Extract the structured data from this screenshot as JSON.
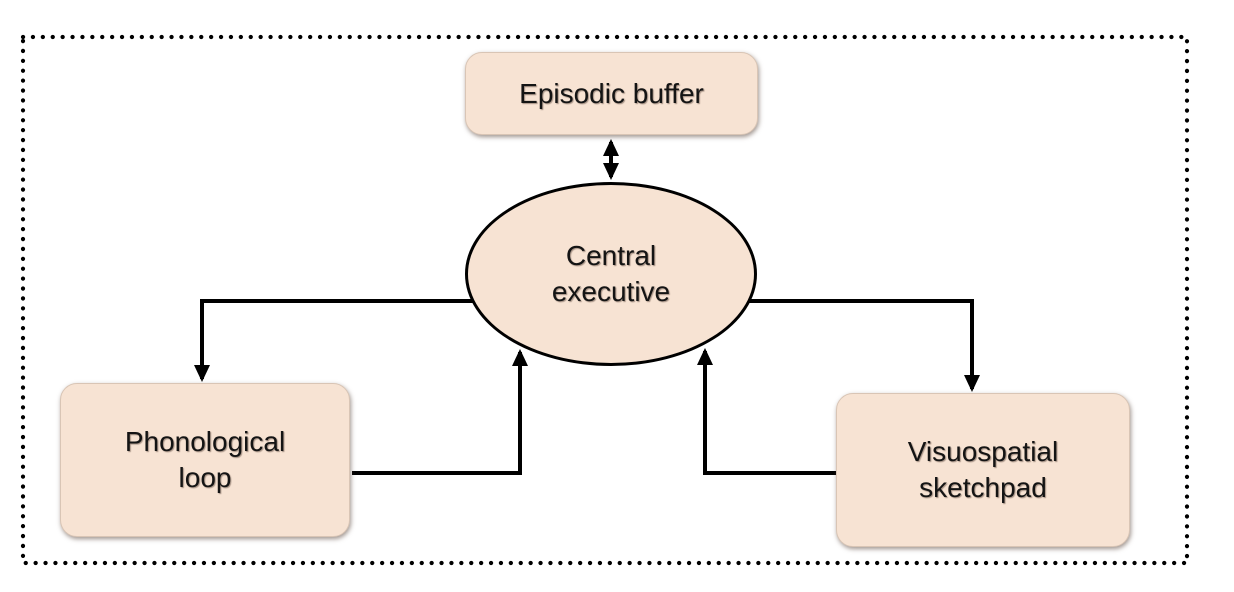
{
  "diagram": {
    "nodes": {
      "episodic_buffer": {
        "label": "Episodic buffer",
        "shape": "rounded-rect"
      },
      "central_executive": {
        "lines": [
          "Central",
          "executive"
        ],
        "shape": "ellipse"
      },
      "phonological_loop": {
        "lines": [
          "Phonological",
          "loop"
        ],
        "shape": "rounded-rect"
      },
      "visuospatial_sketchpad": {
        "lines": [
          "Visuospatial",
          "sketchpad"
        ],
        "shape": "rounded-rect"
      }
    },
    "edges": [
      {
        "from": "episodic_buffer",
        "to": "central_executive",
        "direction": "bidirectional"
      },
      {
        "from": "central_executive",
        "to": "phonological_loop",
        "direction": "one-way"
      },
      {
        "from": "phonological_loop",
        "to": "central_executive",
        "direction": "one-way"
      },
      {
        "from": "central_executive",
        "to": "visuospatial_sketchpad",
        "direction": "one-way"
      },
      {
        "from": "visuospatial_sketchpad",
        "to": "central_executive",
        "direction": "one-way"
      }
    ],
    "colors": {
      "node_fill": "#f7e3d3",
      "stroke": "#000000",
      "background": "#ffffff"
    },
    "boundary": {
      "style": "dotted",
      "color": "#000000"
    }
  }
}
